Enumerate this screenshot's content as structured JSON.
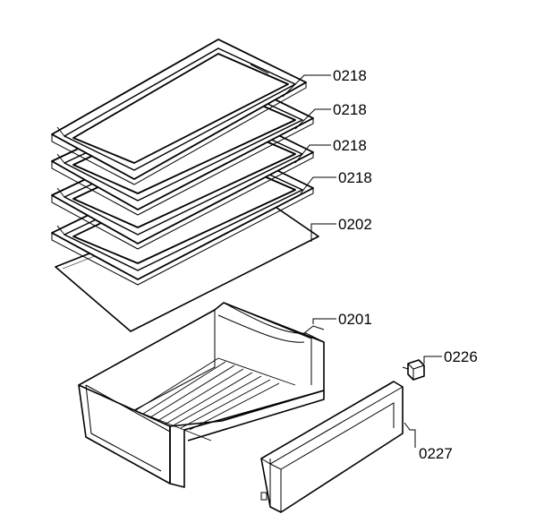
{
  "parts": {
    "shelf_1": "0218",
    "shelf_2": "0218",
    "shelf_3": "0218",
    "shelf_4": "0218",
    "glass_plate": "0202",
    "drawer": "0201",
    "clip": "0226",
    "drawer_front": "0227"
  }
}
